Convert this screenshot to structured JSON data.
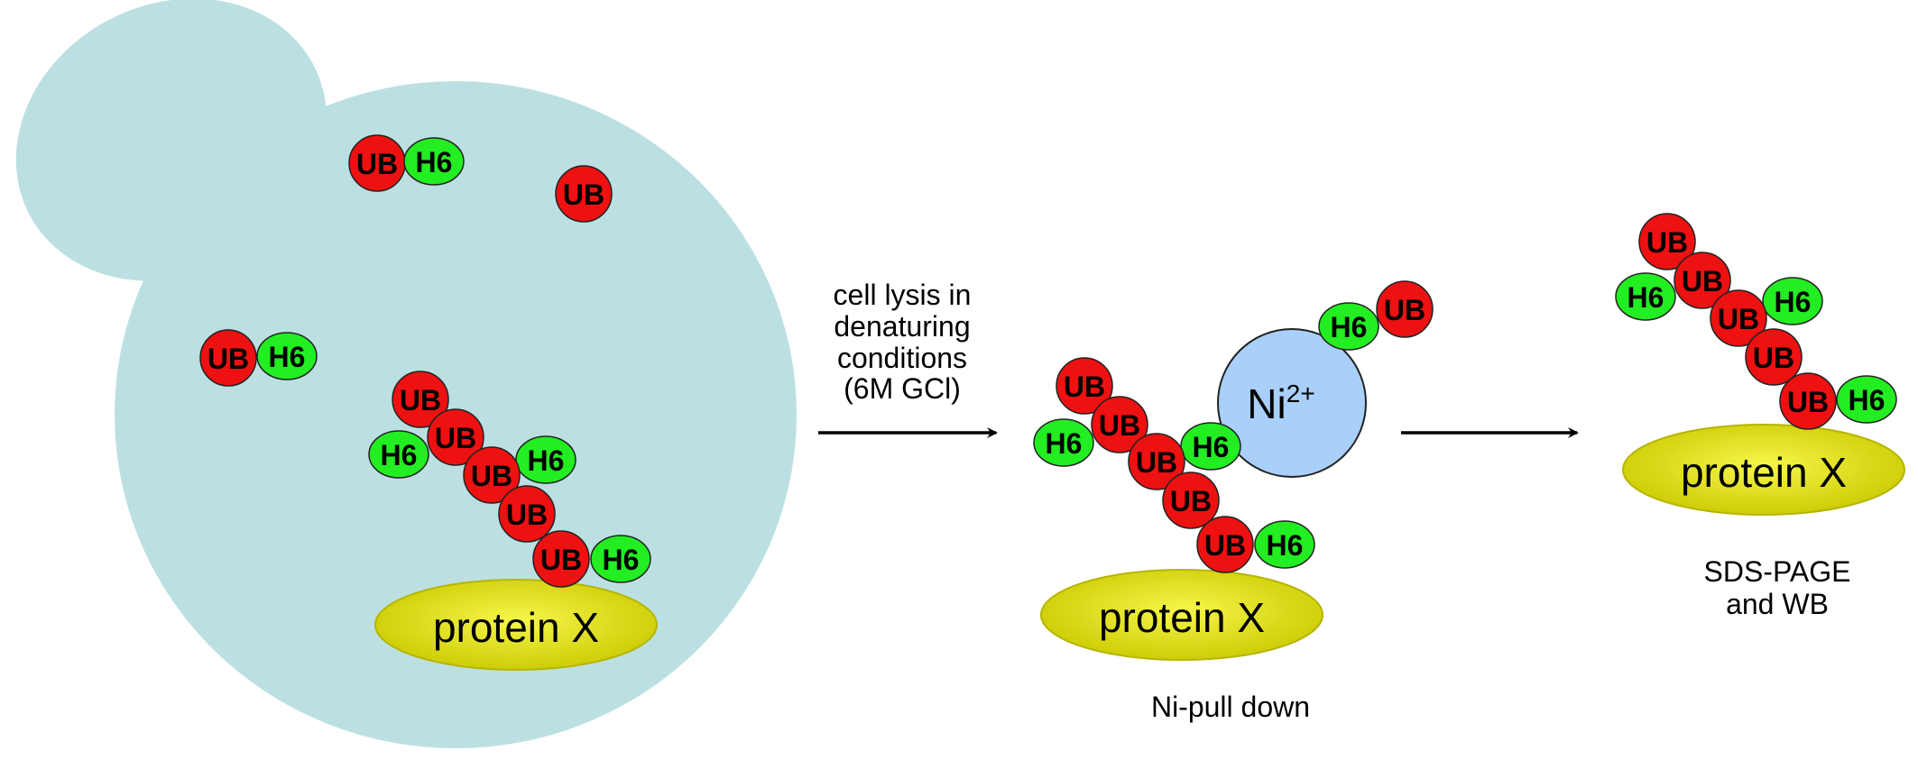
{
  "labels": {
    "ub": "UB",
    "h6": "H6",
    "protein_x": "protein X",
    "ni_base": "Ni",
    "ni_sup": "2+",
    "step1_line1": "cell lysis in",
    "step1_line2": "denaturing",
    "step1_line3": "conditions",
    "step1_line4": "(6M GCl)",
    "ni_pull_down": "Ni-pull down",
    "step3_line1": "SDS-PAGE",
    "step3_line2": "and WB"
  },
  "colors": {
    "cell": "#bce0e2",
    "ubiquitin": "#ee1111",
    "his_tag": "#22ee22",
    "protein": "#d7d700",
    "nickel": "#a8d0fa",
    "arrow": "#000000"
  }
}
